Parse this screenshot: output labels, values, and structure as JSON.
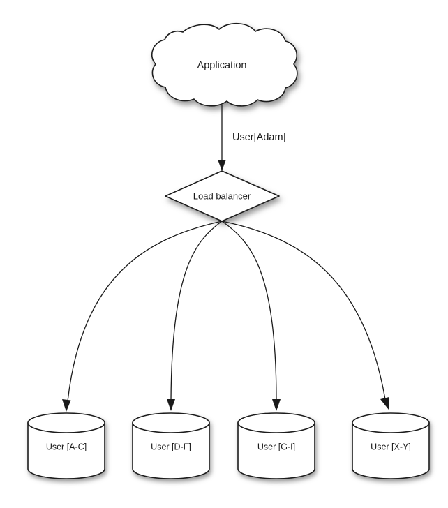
{
  "diagram": {
    "title_text": "Application",
    "nodes": {
      "cloud": {
        "label": "Application",
        "shape": "cloud"
      },
      "balancer": {
        "label": "Load balancer",
        "shape": "diamond"
      }
    },
    "edges": {
      "app_to_balancer": {
        "label": "User[Adam]"
      }
    },
    "databases": [
      {
        "label": "User [A-C]",
        "shape": "cylinder"
      },
      {
        "label": "User [D-F]",
        "shape": "cylinder"
      },
      {
        "label": "User [G-I]",
        "shape": "cylinder"
      },
      {
        "label": "User [X-Y]",
        "shape": "cylinder"
      }
    ],
    "colors": {
      "stroke": "#1a1a1a",
      "fill": "#ffffff",
      "text": "#181818",
      "background": "#ffffff",
      "shadow": "#999999"
    }
  }
}
